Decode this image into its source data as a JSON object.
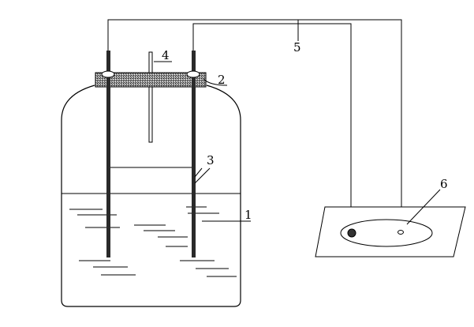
{
  "labels": {
    "l1": "1",
    "l2": "2",
    "l3": "3",
    "l4": "4",
    "l5": "5",
    "l6": "6"
  },
  "colors": {
    "line": "#000000",
    "electrode": "#2a2a2a",
    "stopper": "#555555",
    "background": "#ffffff"
  }
}
